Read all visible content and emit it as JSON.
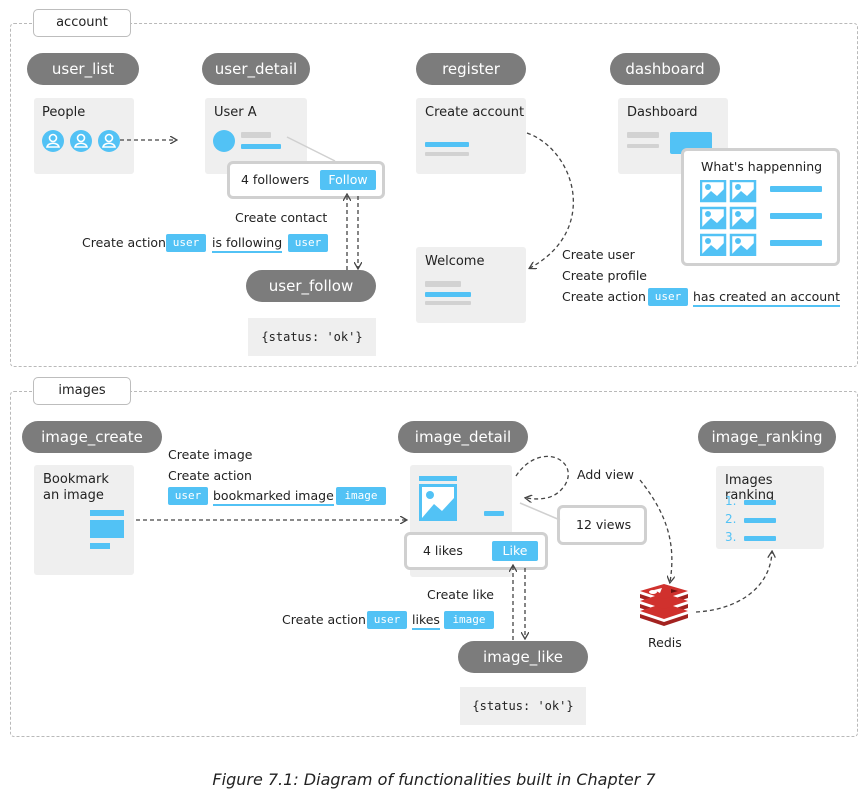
{
  "sections": {
    "account": "account",
    "images": "images"
  },
  "views": {
    "user_list": "user_list",
    "user_detail": "user_detail",
    "register": "register",
    "dashboard": "dashboard",
    "user_follow": "user_follow",
    "image_create": "image_create",
    "image_detail": "image_detail",
    "image_ranking": "image_ranking",
    "image_like": "image_like"
  },
  "cards": {
    "people": "People",
    "user_a": "User A",
    "create_account": "Create account",
    "dashboard": "Dashboard",
    "whats_happening": "What's happenning",
    "welcome": "Welcome",
    "bookmark": "Bookmark an image",
    "images_ranking": "Images ranking",
    "ranking_items": [
      "1.",
      "2.",
      "3."
    ]
  },
  "follow_popup": {
    "count": "4 followers",
    "button": "Follow"
  },
  "like_popup": {
    "count": "4 likes",
    "button": "Like"
  },
  "views_popup": "12 views",
  "annotations": {
    "create_contact": "Create contact",
    "create_action": "Create action",
    "user": "user",
    "is_following": "is following",
    "create_user": "Create user",
    "create_profile": "Create profile",
    "has_created_account": "has created an account",
    "create_image": "Create image",
    "bookmarked_image": "bookmarked image",
    "image": "image",
    "add_view": "Add view",
    "create_like": "Create like",
    "likes": "likes",
    "redis": "Redis"
  },
  "responses": {
    "follow": "{status: 'ok'}",
    "like": "{status: 'ok'}"
  },
  "caption": "Figure 7.1: Diagram of functionalities built in Chapter 7",
  "colors": {
    "accent": "#52c2f5",
    "pill": "#7c7c7c",
    "card": "#efefef",
    "redis": "#d0312d"
  }
}
